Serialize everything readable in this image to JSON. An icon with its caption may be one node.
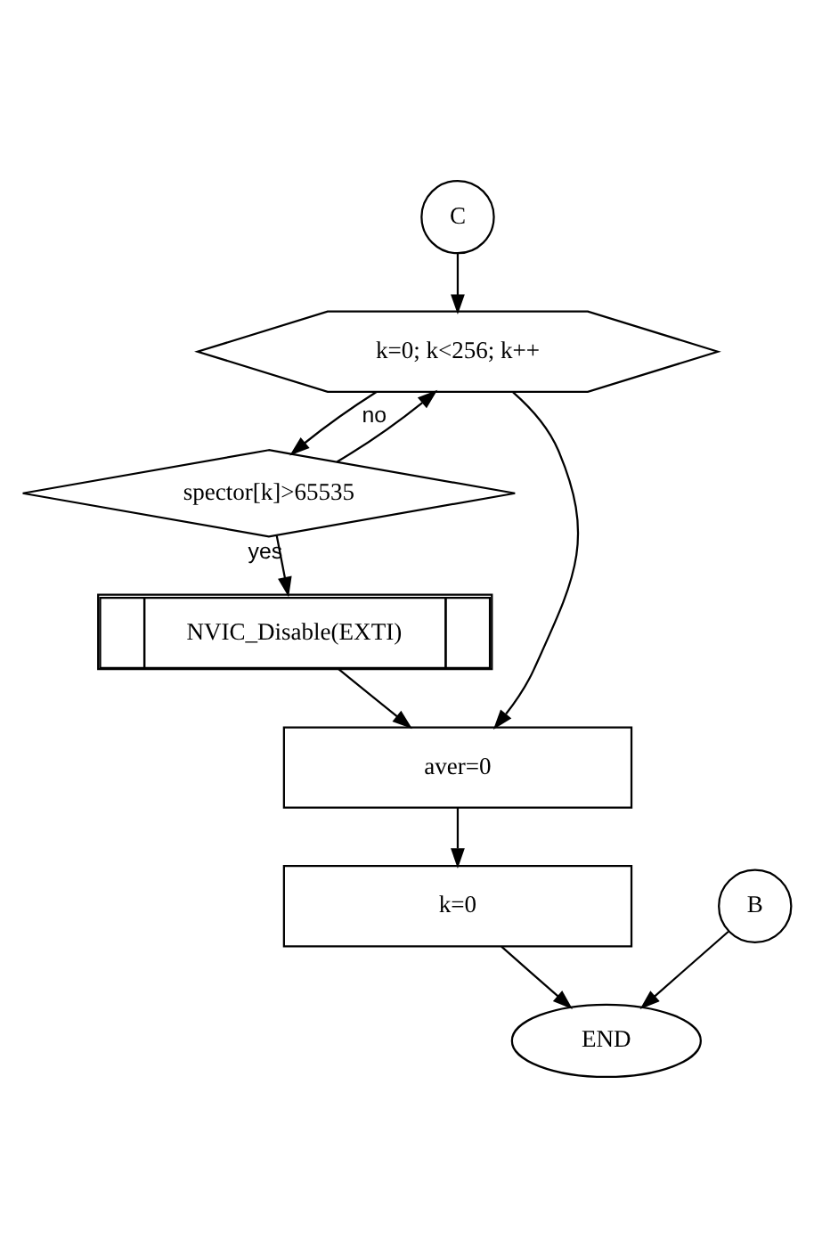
{
  "diagram": {
    "nodes": [
      {
        "text": [
          "C"
        ]
      },
      {
        "text": [
          "k=0; k<256; k++"
        ]
      },
      {
        "text": [
          "spector[k]>65535"
        ]
      },
      {
        "text": [
          "NVIC_Disable(EXTI)"
        ]
      },
      {
        "text": [
          "aver=0"
        ]
      },
      {
        "text": [
          "k=0"
        ]
      },
      {
        "text": [
          "B"
        ]
      },
      {
        "text": [
          "END"
        ]
      }
    ],
    "edges": [
      {
        "from": 0,
        "to": 1,
        "arrow": "to"
      },
      {
        "from": 1,
        "to": 2,
        "arrow": "to"
      },
      {
        "from": 2,
        "to": 1,
        "arrow": "to",
        "label": "no"
      },
      {
        "from": 2,
        "to": 3,
        "arrow": "to",
        "label": "yes"
      },
      {
        "from": 3,
        "to": 4,
        "arrow": "to"
      },
      {
        "from": 1,
        "to": 4,
        "arrow": "to"
      },
      {
        "from": 4,
        "to": 5,
        "arrow": "to"
      },
      {
        "from": 5,
        "to": 7,
        "arrow": "to"
      },
      {
        "from": 6,
        "to": 7,
        "arrow": "to"
      }
    ]
  }
}
